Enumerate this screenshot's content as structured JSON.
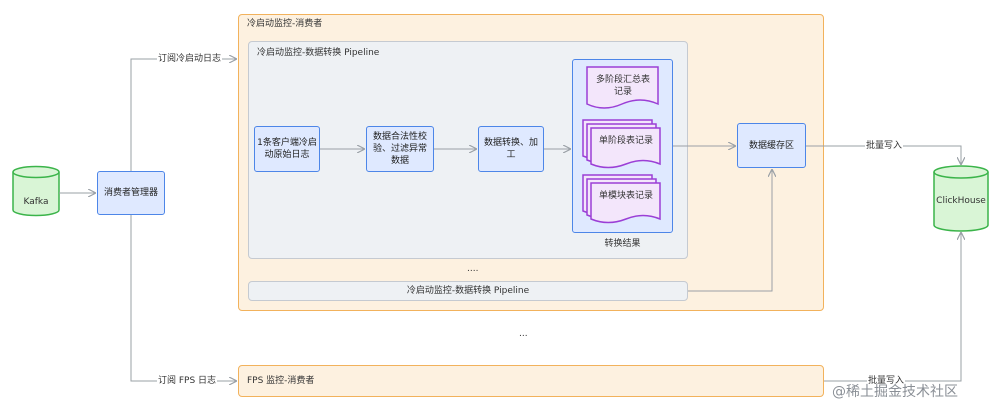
{
  "sources": {
    "kafka": "Kafka",
    "consumer_manager": "消费者管理器",
    "clickhouse": "ClickHouse"
  },
  "links": {
    "subscribe_cold_start": "订阅冷启动日志",
    "subscribe_fps": "订阅 FPS 日志",
    "batch_write_1": "批量写入",
    "batch_write_2": "批量写入"
  },
  "cold_consumer": {
    "title": "冷启动监控-消费者",
    "pipeline": {
      "title": "冷启动监控-数据转换 Pipeline",
      "steps": [
        "1条客户端冷启动原始日志",
        "数据合法性校验、过滤异常数据",
        "数据转换、加工"
      ],
      "results": {
        "label": "转换结果",
        "items": [
          "多阶段汇总表记录",
          "单阶段表记录",
          "单模块表记录"
        ]
      }
    },
    "ellipsis": "....",
    "pipeline_collapsed": "冷启动监控-数据转换 Pipeline",
    "buffer": "数据缓存区"
  },
  "between_ellipsis": "...",
  "fps_consumer": {
    "title": "FPS 监控-消费者"
  },
  "watermark": "@稀土掘金技术社区",
  "colors": {
    "consumer_border": "#f2b25c",
    "consumer_fill": "#fdf1e0",
    "node_border": "#4d86e8",
    "node_fill": "#dfe9ff",
    "db_border": "#3bb44a",
    "db_fill": "#d9f5d6",
    "doc_border": "#9b3fd6",
    "doc_fill": "#f3e6fb",
    "arrow": "#9aa0a6"
  }
}
